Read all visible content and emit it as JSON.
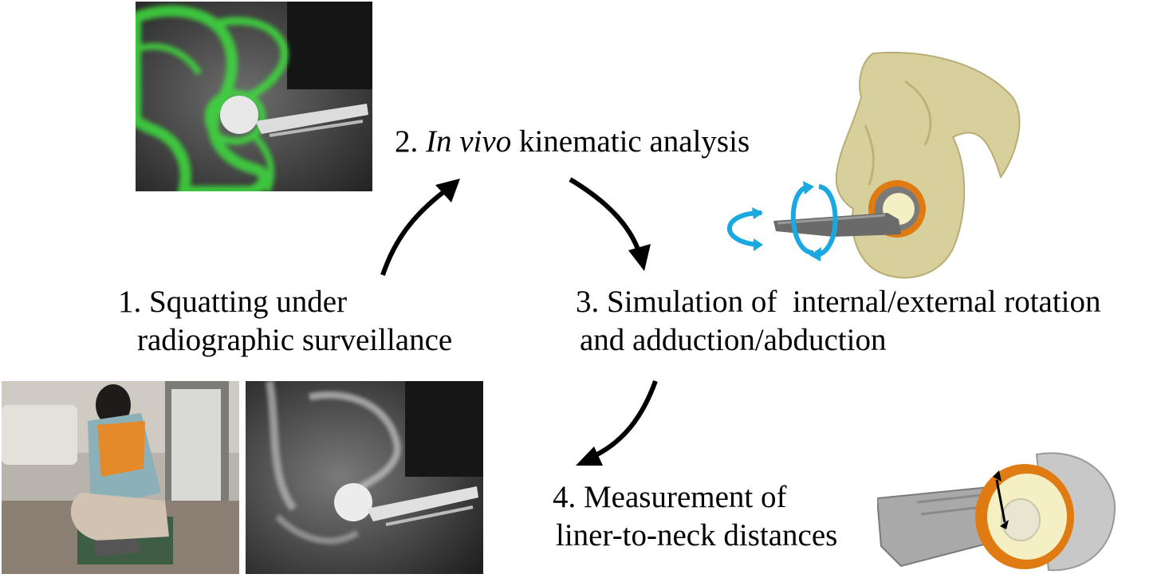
{
  "steps": [
    {
      "number": "1.",
      "lines": [
        "Squatting under",
        "radiographic surveillance"
      ]
    },
    {
      "number": "2.",
      "italic": "In vivo",
      "rest": "kinematic analysis"
    },
    {
      "number": "3.",
      "lines": [
        "Simulation of  internal/external rotation",
        "and adduction/abduction"
      ]
    },
    {
      "number": "4.",
      "lines": [
        "Measurement of",
        "liner-to-neck distances"
      ]
    }
  ],
  "colors": {
    "bone_overlay": "#3ddc3d",
    "pelvis_model": "#d8d09c",
    "rotation_arrows": "#19a8e0",
    "liner_ring": "#e07a12",
    "implant_head": "#f4f0c4"
  }
}
